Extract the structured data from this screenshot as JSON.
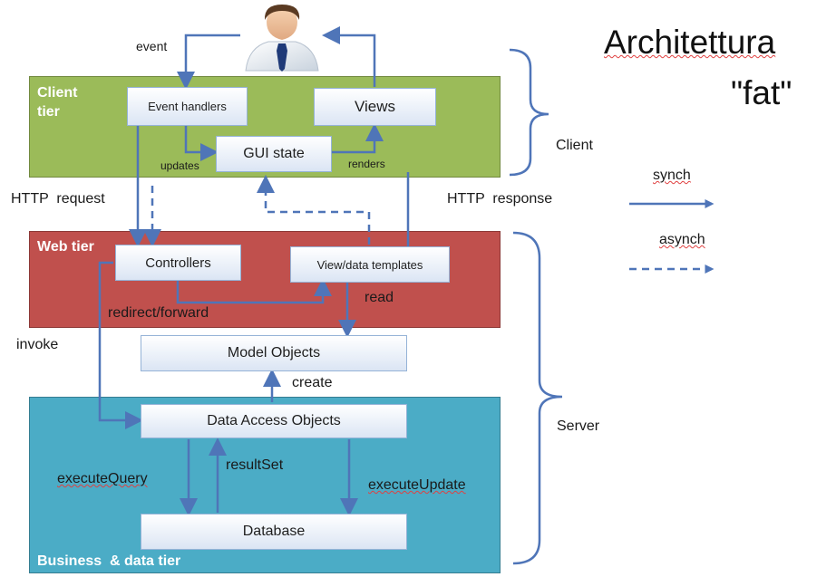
{
  "title": {
    "line1": "Architettura",
    "line2": "\"fat\""
  },
  "tiers": {
    "client": {
      "label": "Client tier"
    },
    "web": {
      "label": "Web tier"
    },
    "business": {
      "label": "Business  & data tier"
    }
  },
  "boxes": {
    "event_handlers": "Event handlers",
    "views": "Views",
    "gui_state": "GUI state",
    "controllers": "Controllers",
    "view_templates": "View/data templates",
    "model_objects": "Model Objects",
    "dao": "Data Access Objects",
    "database": "Database"
  },
  "arrow_labels": {
    "event": "event",
    "updates": "updates",
    "renders": "renders",
    "http_request": "HTTP  request",
    "http_response": "HTTP  response",
    "redirect_forward": "redirect/forward",
    "read": "read",
    "invoke": "invoke",
    "create": "create",
    "execute_query": "executeQuery",
    "result_set": "resultSet",
    "execute_update": "executeUpdate"
  },
  "brackets": {
    "client": "Client",
    "server": "Server"
  },
  "legend": {
    "synch": "synch",
    "asynch": "asynch"
  },
  "colors": {
    "client_tier": "#9bbb59",
    "web_tier": "#c0504d",
    "business_tier": "#4bacc6",
    "arrow": "#4f75b8",
    "box_border": "#95b3d7"
  },
  "icons": {
    "user": "user-person-icon"
  }
}
